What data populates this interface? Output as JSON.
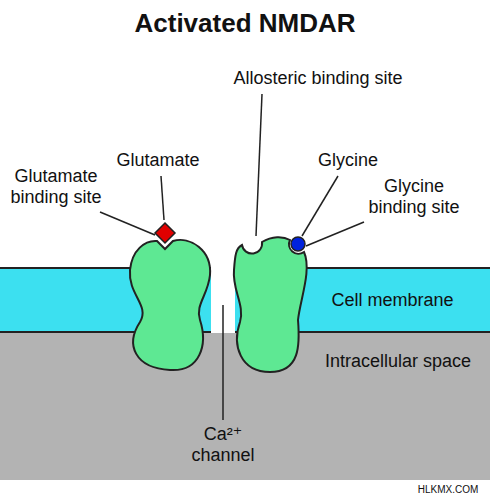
{
  "diagram": {
    "title": "Activated NMDAR",
    "nodes": [
      {
        "text": [
          "Cell membrane"
        ]
      },
      {
        "text": [
          "Intracellular space"
        ]
      }
    ],
    "labels": [
      "Glutamate",
      "Glutamate binding site",
      "Allosteric binding site",
      "Glycine",
      "Glycine binding site",
      "Ca²⁺ channel",
      "HLKMX.COM"
    ]
  }
}
